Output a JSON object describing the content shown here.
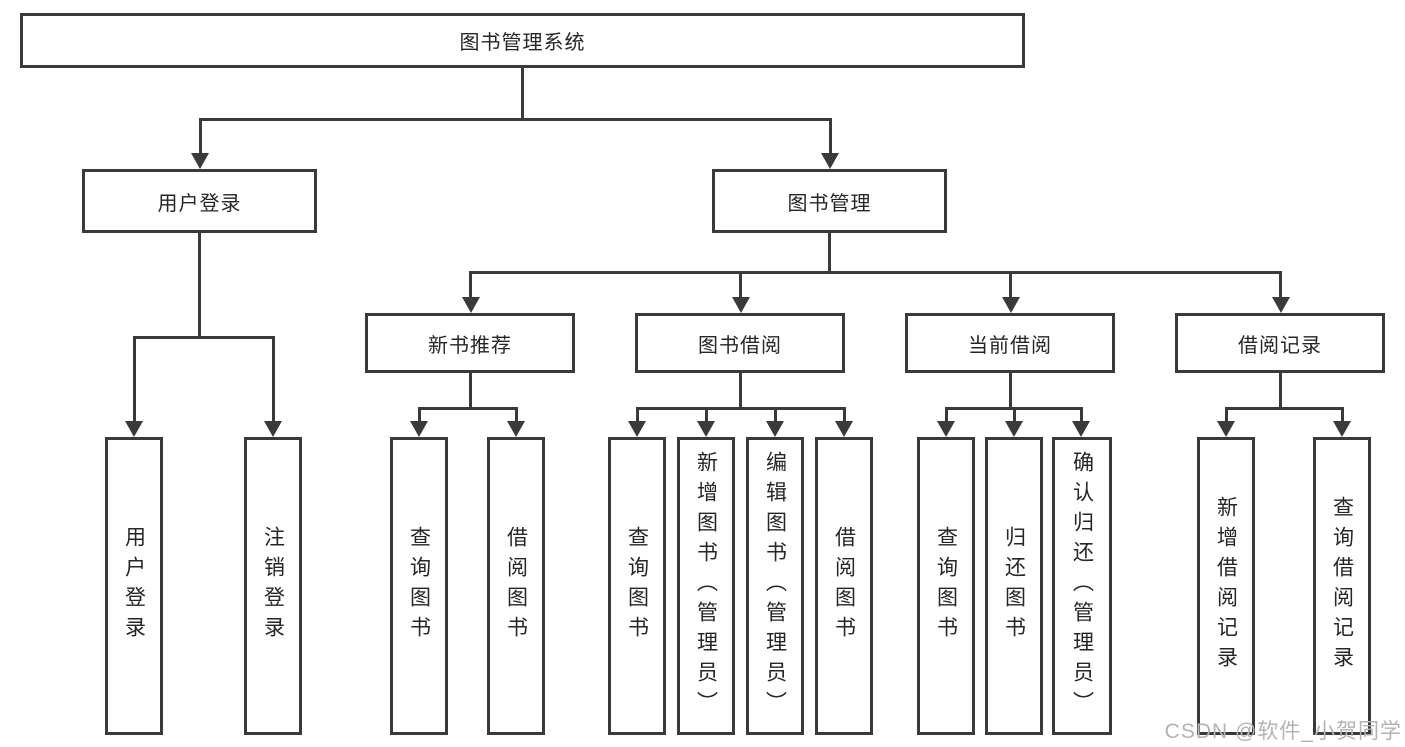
{
  "diagram": {
    "colors": {
      "line": "#3a3a3a",
      "text": "#262626",
      "watermark": "#b3b3b3",
      "background": "#ffffff"
    },
    "watermark": {
      "text": "CSDN @软件_小贺同学"
    },
    "tree": {
      "root": {
        "label": "图书管理系统"
      },
      "children": [
        {
          "label": "用户登录",
          "children": [
            "用户登录",
            "注销登录"
          ]
        },
        {
          "label": "图书管理",
          "children": [
            {
              "label": "新书推荐",
              "children": [
                "查询图书",
                "借阅图书"
              ]
            },
            {
              "label": "图书借阅",
              "children": [
                "查询图书",
                "新增图书（管理员）",
                "编辑图书（管理员）",
                "借阅图书"
              ]
            },
            {
              "label": "当前借阅",
              "children": [
                "查询图书",
                "归还图书",
                "确认归还（管理员）"
              ]
            },
            {
              "label": "借阅记录",
              "children": [
                "新增借阅记录",
                "查询借阅记录"
              ]
            }
          ]
        }
      ]
    }
  }
}
